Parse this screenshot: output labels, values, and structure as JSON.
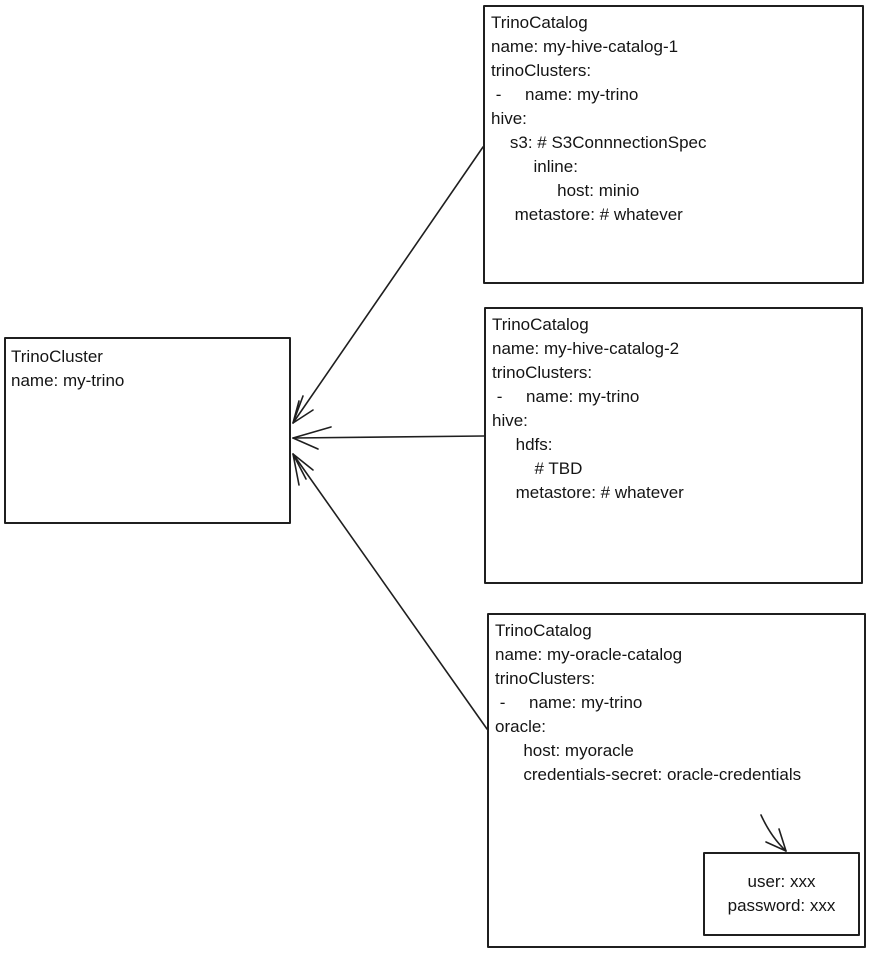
{
  "diagram": {
    "colors": {
      "stroke": "#1f1f1f",
      "background": "#ffffff",
      "text": "#141414"
    },
    "nodes": {
      "cluster": {
        "kind": "TrinoCluster",
        "lines": [
          "TrinoCluster",
          "name: my-trino"
        ]
      },
      "catalog1": {
        "kind": "TrinoCatalog",
        "lines": [
          "TrinoCatalog",
          "name: my-hive-catalog-1",
          "trinoClusters:",
          " -     name: my-trino",
          "hive:",
          "    s3: # S3ConnnectionSpec",
          "         inline:",
          "              host: minio",
          "     metastore: # whatever"
        ]
      },
      "catalog2": {
        "kind": "TrinoCatalog",
        "lines": [
          "TrinoCatalog",
          "name: my-hive-catalog-2",
          "trinoClusters:",
          " -     name: my-trino",
          "hive:",
          "     hdfs:",
          "         # TBD",
          "     metastore: # whatever"
        ]
      },
      "catalog3": {
        "kind": "TrinoCatalog",
        "lines": [
          "TrinoCatalog",
          "name: my-oracle-catalog",
          "trinoClusters:",
          " -     name: my-trino",
          "oracle:",
          "      host: myoracle",
          "      credentials-secret: oracle-credentials"
        ]
      },
      "secret": {
        "kind": "Secret",
        "lines": [
          "user: xxx",
          "password: xxx"
        ]
      }
    }
  }
}
